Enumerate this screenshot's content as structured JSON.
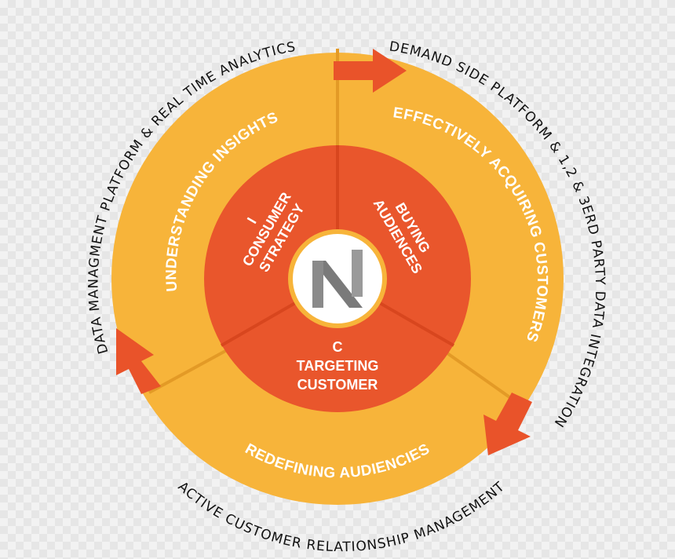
{
  "outer_labels": {
    "top_left": "DATA MANAGMENT PLATFORM & REAL TIME ANALYTICS",
    "right": "DEMAND SIDE PLATFORM & 1,2 & 3ERD PARTY DATA INTEGRATION",
    "bottom": "ACTIVE CUSTOMER  RELATIONSHIP MANAGEMENT"
  },
  "ring_labels": {
    "left": "UNDERSTANDING INSIGHTS",
    "right": "EFFECTIVELY ACQUIRING CUSTOMERS",
    "bottom": "REDEFINING AUDIENCIES"
  },
  "inner_labels": {
    "left_line1": "I",
    "left_line2": "CONSUMER",
    "left_line3": "STRATEGY",
    "right_line1": "BUYING",
    "right_line2": "AUDIENCES",
    "bottom_line1": "C",
    "bottom_line2": "TARGETING",
    "bottom_line3": "CUSTOMER"
  },
  "colors": {
    "ring": "#f7b43a",
    "ring_dark": "#f0a52a",
    "inner": "#e9562c",
    "inner_dark": "#d8461e",
    "arrow": "#e9532a",
    "logo_border": "#f7b43a",
    "logo_bg": "#ffffff",
    "logo_mark": "#7a7a7a"
  },
  "logo": {
    "icon": "stylized-n-logo-icon"
  }
}
